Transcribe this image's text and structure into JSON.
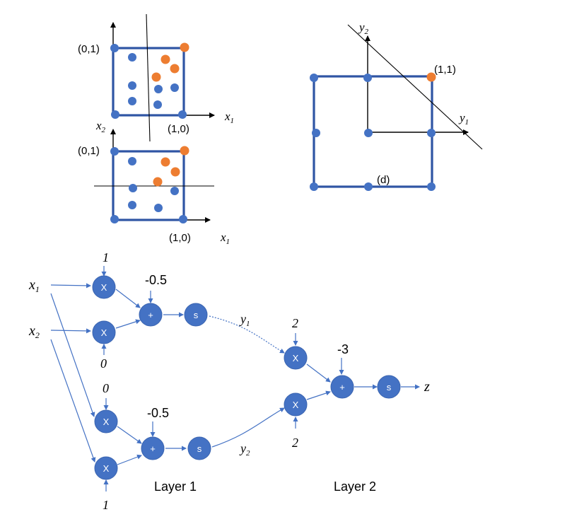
{
  "plot_a": {
    "point_label_top": "(0,1)",
    "point_label_right": "(1,0)",
    "axis_x_label": "x",
    "axis_x_sub": "1",
    "axis_y_label": "x",
    "axis_y_sub": "2"
  },
  "plot_b": {
    "point_label_top": "(0,1)",
    "point_label_right": "(1,0)",
    "axis_x_label": "x",
    "axis_x_sub": "1"
  },
  "plot_c": {
    "axis_y_label": "y",
    "axis_y_sub": "2",
    "axis_x_label": "y",
    "axis_x_sub": "1",
    "point_label": "(1,1)",
    "panel_label": "(d)"
  },
  "network": {
    "inputs": [
      {
        "label": "x",
        "sub": "1"
      },
      {
        "label": "x",
        "sub": "2"
      }
    ],
    "weights_top": [
      "1",
      "0"
    ],
    "weights_bottom": [
      "0",
      "1"
    ],
    "bias_top": "-0.5",
    "bias_bottom": "-0.5",
    "y1": {
      "label": "y",
      "sub": "1"
    },
    "y2": {
      "label": "y",
      "sub": "2"
    },
    "weights_out": [
      "2",
      "2"
    ],
    "bias_out": "-3",
    "output": "z",
    "multiply_symbol": "X",
    "add_symbol": "+",
    "sigmoid_symbol": "s",
    "layer1": "Layer 1",
    "layer2": "Layer 2"
  },
  "colors": {
    "class_0": "#4472c4",
    "class_1": "#ed7d31",
    "square": "#2f55a4"
  }
}
